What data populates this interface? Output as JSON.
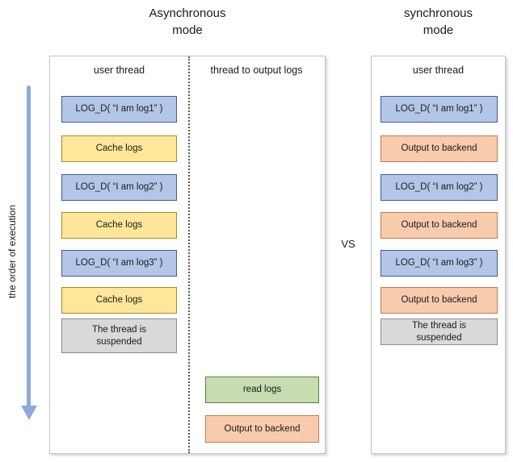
{
  "headers": {
    "async_title": "Asynchronous\nmode",
    "sync_title": "synchronous\nmode",
    "vs_label": "VS"
  },
  "axis": {
    "label": "the order of execution"
  },
  "async_panel": {
    "columns": [
      {
        "header": "user thread",
        "boxes": [
          {
            "label": "LOG_D( “I am log1” )",
            "type": "log"
          },
          {
            "label": "Cache logs",
            "type": "cache"
          },
          {
            "label": "LOG_D( “I am log2” )",
            "type": "log"
          },
          {
            "label": "Cache logs",
            "type": "cache"
          },
          {
            "label": "LOG_D( “I am log3” )",
            "type": "log"
          },
          {
            "label": "Cache logs",
            "type": "cache"
          },
          {
            "label": "The thread is\nsuspended",
            "type": "suspended"
          }
        ]
      },
      {
        "header": "thread to output logs",
        "boxes": [
          {
            "label": "read logs",
            "type": "read"
          },
          {
            "label": "Output to backend",
            "type": "output"
          }
        ]
      }
    ]
  },
  "sync_panel": {
    "columns": [
      {
        "header": "user thread",
        "boxes": [
          {
            "label": "LOG_D( “I am log1” )",
            "type": "log"
          },
          {
            "label": "Output to backend",
            "type": "output"
          },
          {
            "label": "LOG_D( “I am log2” )",
            "type": "log"
          },
          {
            "label": "Output to backend",
            "type": "output"
          },
          {
            "label": "LOG_D( “I am log3” )",
            "type": "log"
          },
          {
            "label": "Output to backend",
            "type": "output"
          },
          {
            "label": "The thread is\nsuspended",
            "type": "suspended"
          }
        ]
      }
    ]
  },
  "colors": {
    "log_fill": "#b4c6e7",
    "log_border": "#3c5c99",
    "cache_fill": "#ffe699",
    "cache_border": "#ac8b25",
    "output_fill": "#f8cbad",
    "output_border": "#c27c4c",
    "read_fill": "#c8dcb2",
    "read_border": "#5f7e41",
    "suspended_fill": "#d9d9d9",
    "suspended_border": "#8c8c8c",
    "arrow": "#8eaadb",
    "panel_border": "#c3c3c3"
  }
}
